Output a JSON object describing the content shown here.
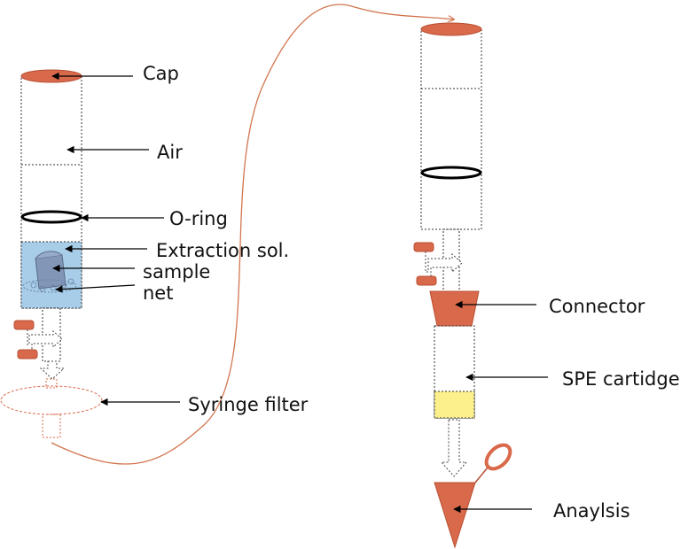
{
  "diagram": {
    "labels": {
      "cap": "Cap",
      "air": "Air",
      "oring": "O-ring",
      "extraction": "Extraction sol.",
      "sample": "sample",
      "net": "net",
      "syringe_filter": "Syringe filter",
      "connector": "Connector",
      "spe_cartridge": "SPE cartidge",
      "analysis": "Anaylsis"
    },
    "colors": {
      "cap_fill": "#d9694b",
      "cap_stroke": "#b84f33",
      "extraction_fill": "#a7cde8",
      "sorbent_fill": "#fbf08c",
      "curve": "#d2754e",
      "outline": "#333333"
    }
  }
}
